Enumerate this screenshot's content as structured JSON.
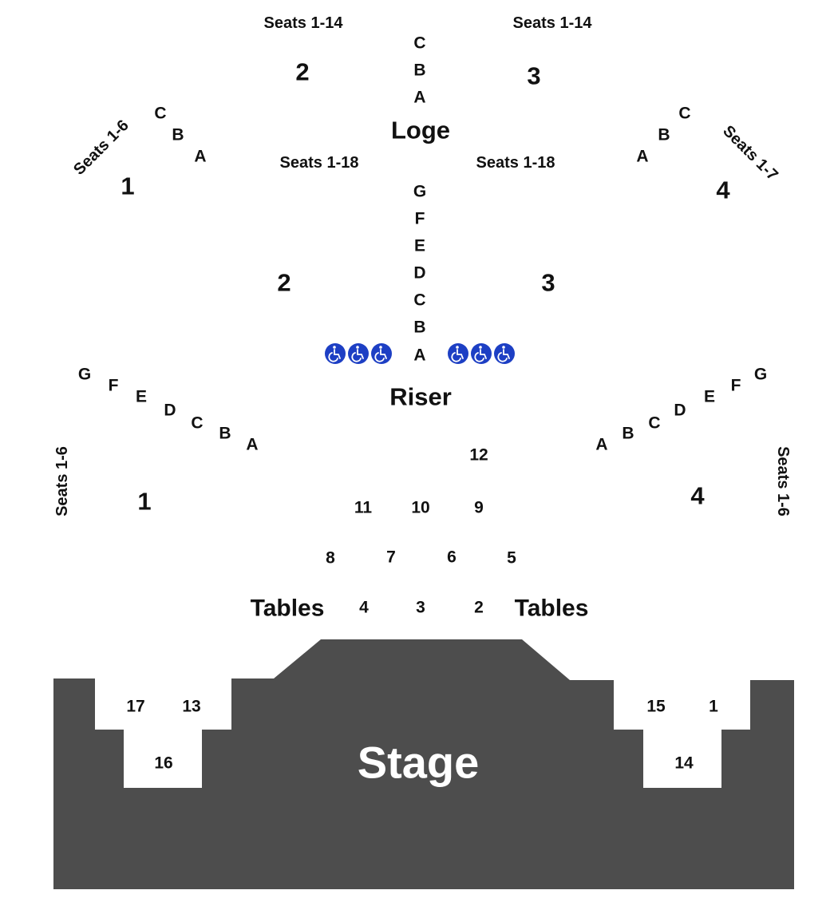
{
  "areas": {
    "loge": "Loge",
    "riser": "Riser",
    "tables_left": "Tables",
    "tables_right": "Tables",
    "stage": "Stage"
  },
  "seat_ranges": {
    "loge_2_top": "Seats 1-14",
    "loge_3_top": "Seats 1-14",
    "loge_1_side": "Seats 1-6",
    "loge_4_side": "Seats 1-7",
    "loge_2_bottom": "Seats 1-18",
    "loge_3_bottom": "Seats 1-18",
    "riser_1_side": "Seats 1-6",
    "riser_4_side": "Seats 1-6"
  },
  "sections": {
    "loge_1": "1",
    "loge_2": "2",
    "loge_3": "3",
    "loge_4": "4",
    "riser_1": "1",
    "riser_2": "2",
    "riser_3": "3",
    "riser_4": "4"
  },
  "rows": {
    "loge_center": [
      "C",
      "B",
      "A"
    ],
    "loge_left": [
      "C",
      "B",
      "A"
    ],
    "loge_right": [
      "C",
      "B",
      "A"
    ],
    "riser_center": [
      "G",
      "F",
      "E",
      "D",
      "C",
      "B",
      "A"
    ],
    "riser_left": [
      "G",
      "F",
      "E",
      "D",
      "C",
      "B",
      "A"
    ],
    "riser_right": [
      "A",
      "B",
      "C",
      "D",
      "E",
      "F",
      "G"
    ]
  },
  "tables": [
    "12",
    "11",
    "10",
    "9",
    "8",
    "7",
    "6",
    "5",
    "4",
    "3",
    "2"
  ],
  "stage_tables": [
    "17",
    "13",
    "16",
    "15",
    "1",
    "14"
  ],
  "accessibility": {
    "icon": "wheelchair-icon",
    "left_count": 3,
    "right_count": 3,
    "color": "#1d3fc4"
  },
  "colors": {
    "stage": "#4d4d4d",
    "text": "#111111"
  }
}
